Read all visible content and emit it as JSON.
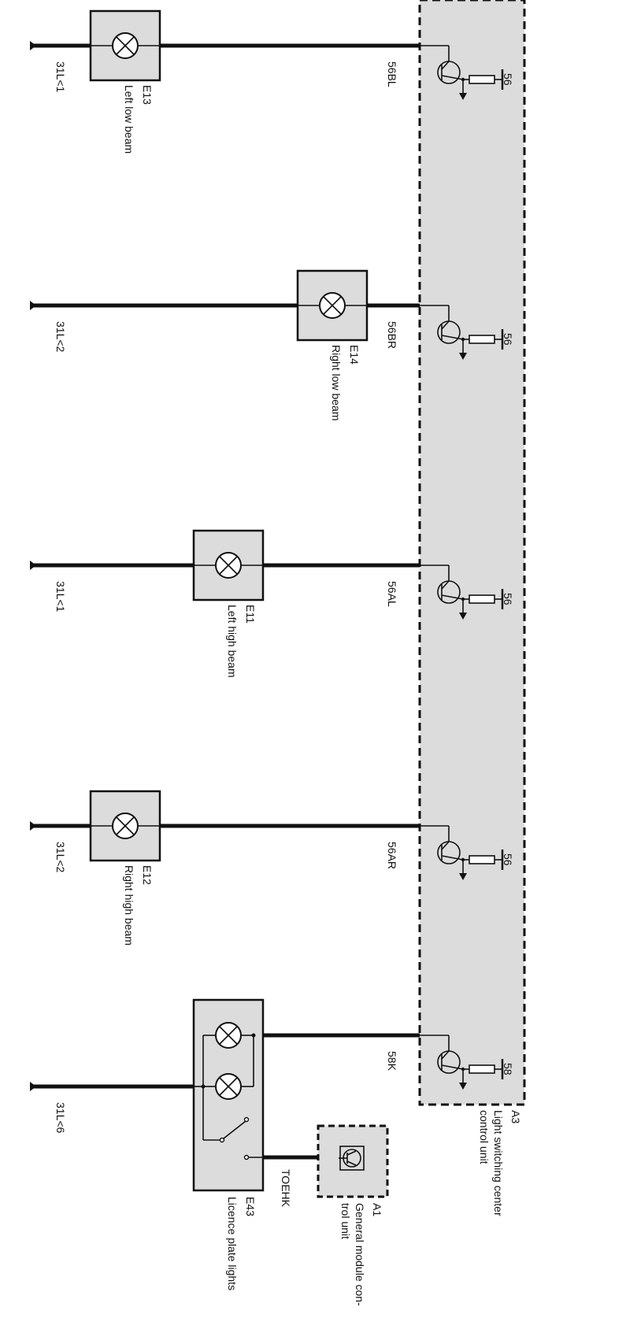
{
  "unit_a3": {
    "id": "A3",
    "title_line1": "Light switching center",
    "title_line2": "control unit"
  },
  "unit_a1": {
    "id": "A1",
    "title_line1": "General module con-",
    "title_line2": "trol unit"
  },
  "circuits": [
    {
      "ground": "31L<1",
      "comp_id": "E13",
      "comp_name": "Left low beam",
      "wire": "56BL",
      "pin": "56"
    },
    {
      "ground": "31L<2",
      "comp_id": "E14",
      "comp_name": "Right low beam",
      "wire": "56BR",
      "pin": "56"
    },
    {
      "ground": "31L<1",
      "comp_id": "E11",
      "comp_name": "Left high beam",
      "wire": "56AL",
      "pin": "56"
    },
    {
      "ground": "31L<2",
      "comp_id": "E12",
      "comp_name": "Right high beam",
      "wire": "56AR",
      "pin": "56"
    }
  ],
  "licence": {
    "ground": "31L<6",
    "comp_id": "E43",
    "comp_name": "Licence plate lights",
    "wire": "58K",
    "pin": "58",
    "signal": "TOEHK"
  },
  "colors": {
    "module_fill": "#dcdcdc",
    "line": "#111111"
  }
}
